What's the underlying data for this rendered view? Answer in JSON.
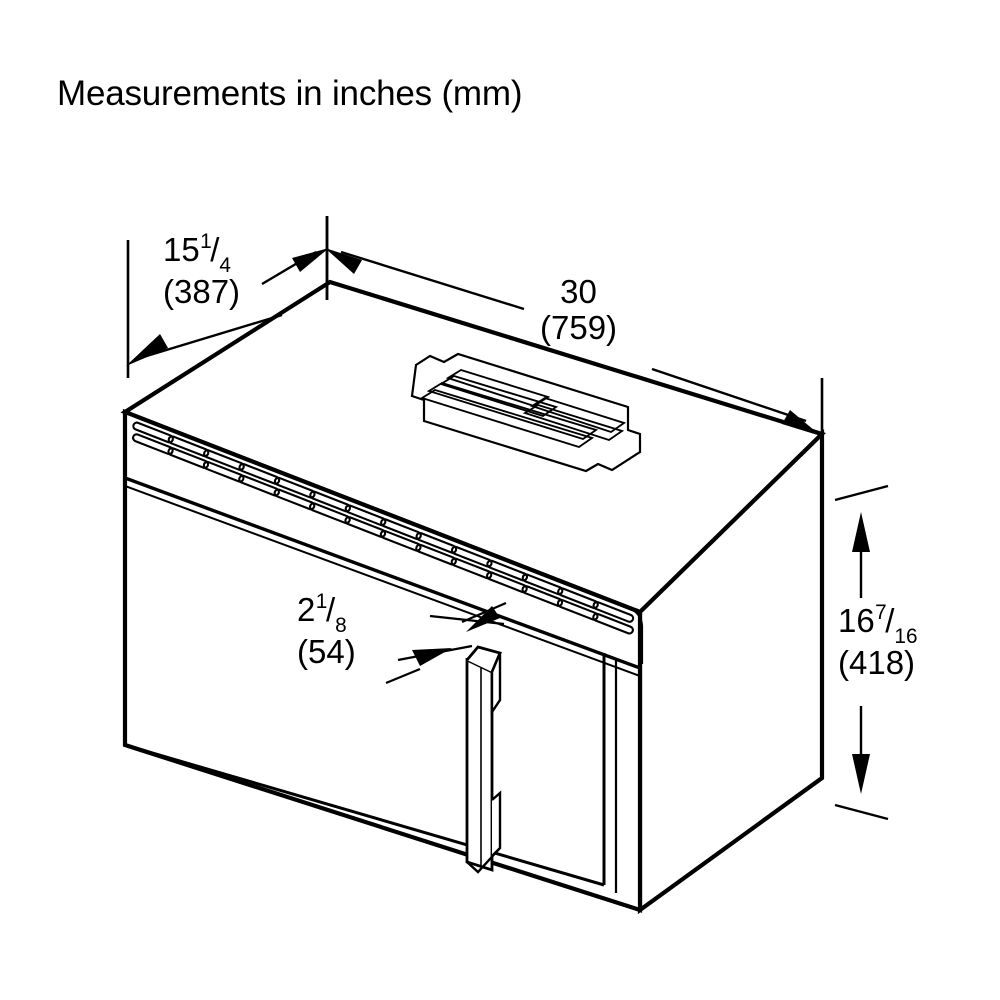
{
  "drawing": {
    "title": "Measurements in inches (mm)",
    "subject": "over-the-range microwave oven dimensional drawing",
    "units_note": "inches with millimeters in parentheses",
    "line_color": "#000000",
    "background_color": "#ffffff"
  },
  "dimensions": {
    "depth": {
      "name": "depth",
      "inches_whole": "15",
      "fraction_numerator": "1",
      "fraction_slash": "/",
      "fraction_denominator": "4",
      "mm": "(387)"
    },
    "width": {
      "name": "width",
      "inches_whole": "30",
      "mm": "(759)"
    },
    "height": {
      "name": "height",
      "inches_whole": "16",
      "fraction_numerator": "7",
      "fraction_slash": "/",
      "fraction_denominator": "16",
      "mm": "(418)"
    },
    "handle_projection": {
      "name": "handle-projection",
      "inches_whole": "2",
      "fraction_numerator": "1",
      "fraction_slash": "/",
      "fraction_denominator": "8",
      "mm": "(54)"
    }
  },
  "appliance_parts": {
    "top_panel": "top-panel",
    "vent_grille": "front-vent-grille",
    "top_vent_plate": "top-vent-plate",
    "door": "door-panel",
    "handle": "door-handle",
    "right_side_panel": "right-side-panel",
    "control_panel_edge": "control-panel-edge"
  }
}
